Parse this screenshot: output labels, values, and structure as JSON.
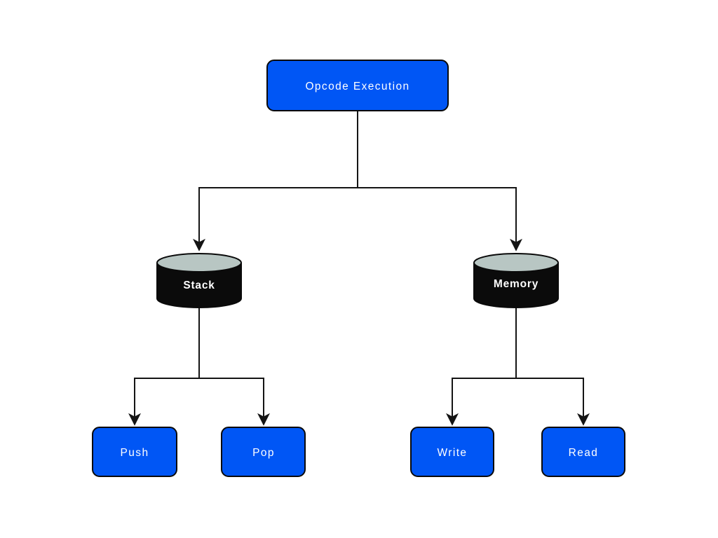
{
  "diagram": {
    "root": {
      "label": "Opcode Execution"
    },
    "stack": {
      "label": "Stack"
    },
    "memory": {
      "label": "Memory"
    },
    "push": {
      "label": "Push"
    },
    "pop": {
      "label": "Pop"
    },
    "write": {
      "label": "Write"
    },
    "read": {
      "label": "Read"
    },
    "colors": {
      "node_fill": "#0056F5",
      "node_text": "#ffffff",
      "cylinder_body": "#0b0b0b",
      "cylinder_top": "#b8c6c3",
      "line": "#141414",
      "background": "#ffffff"
    }
  }
}
